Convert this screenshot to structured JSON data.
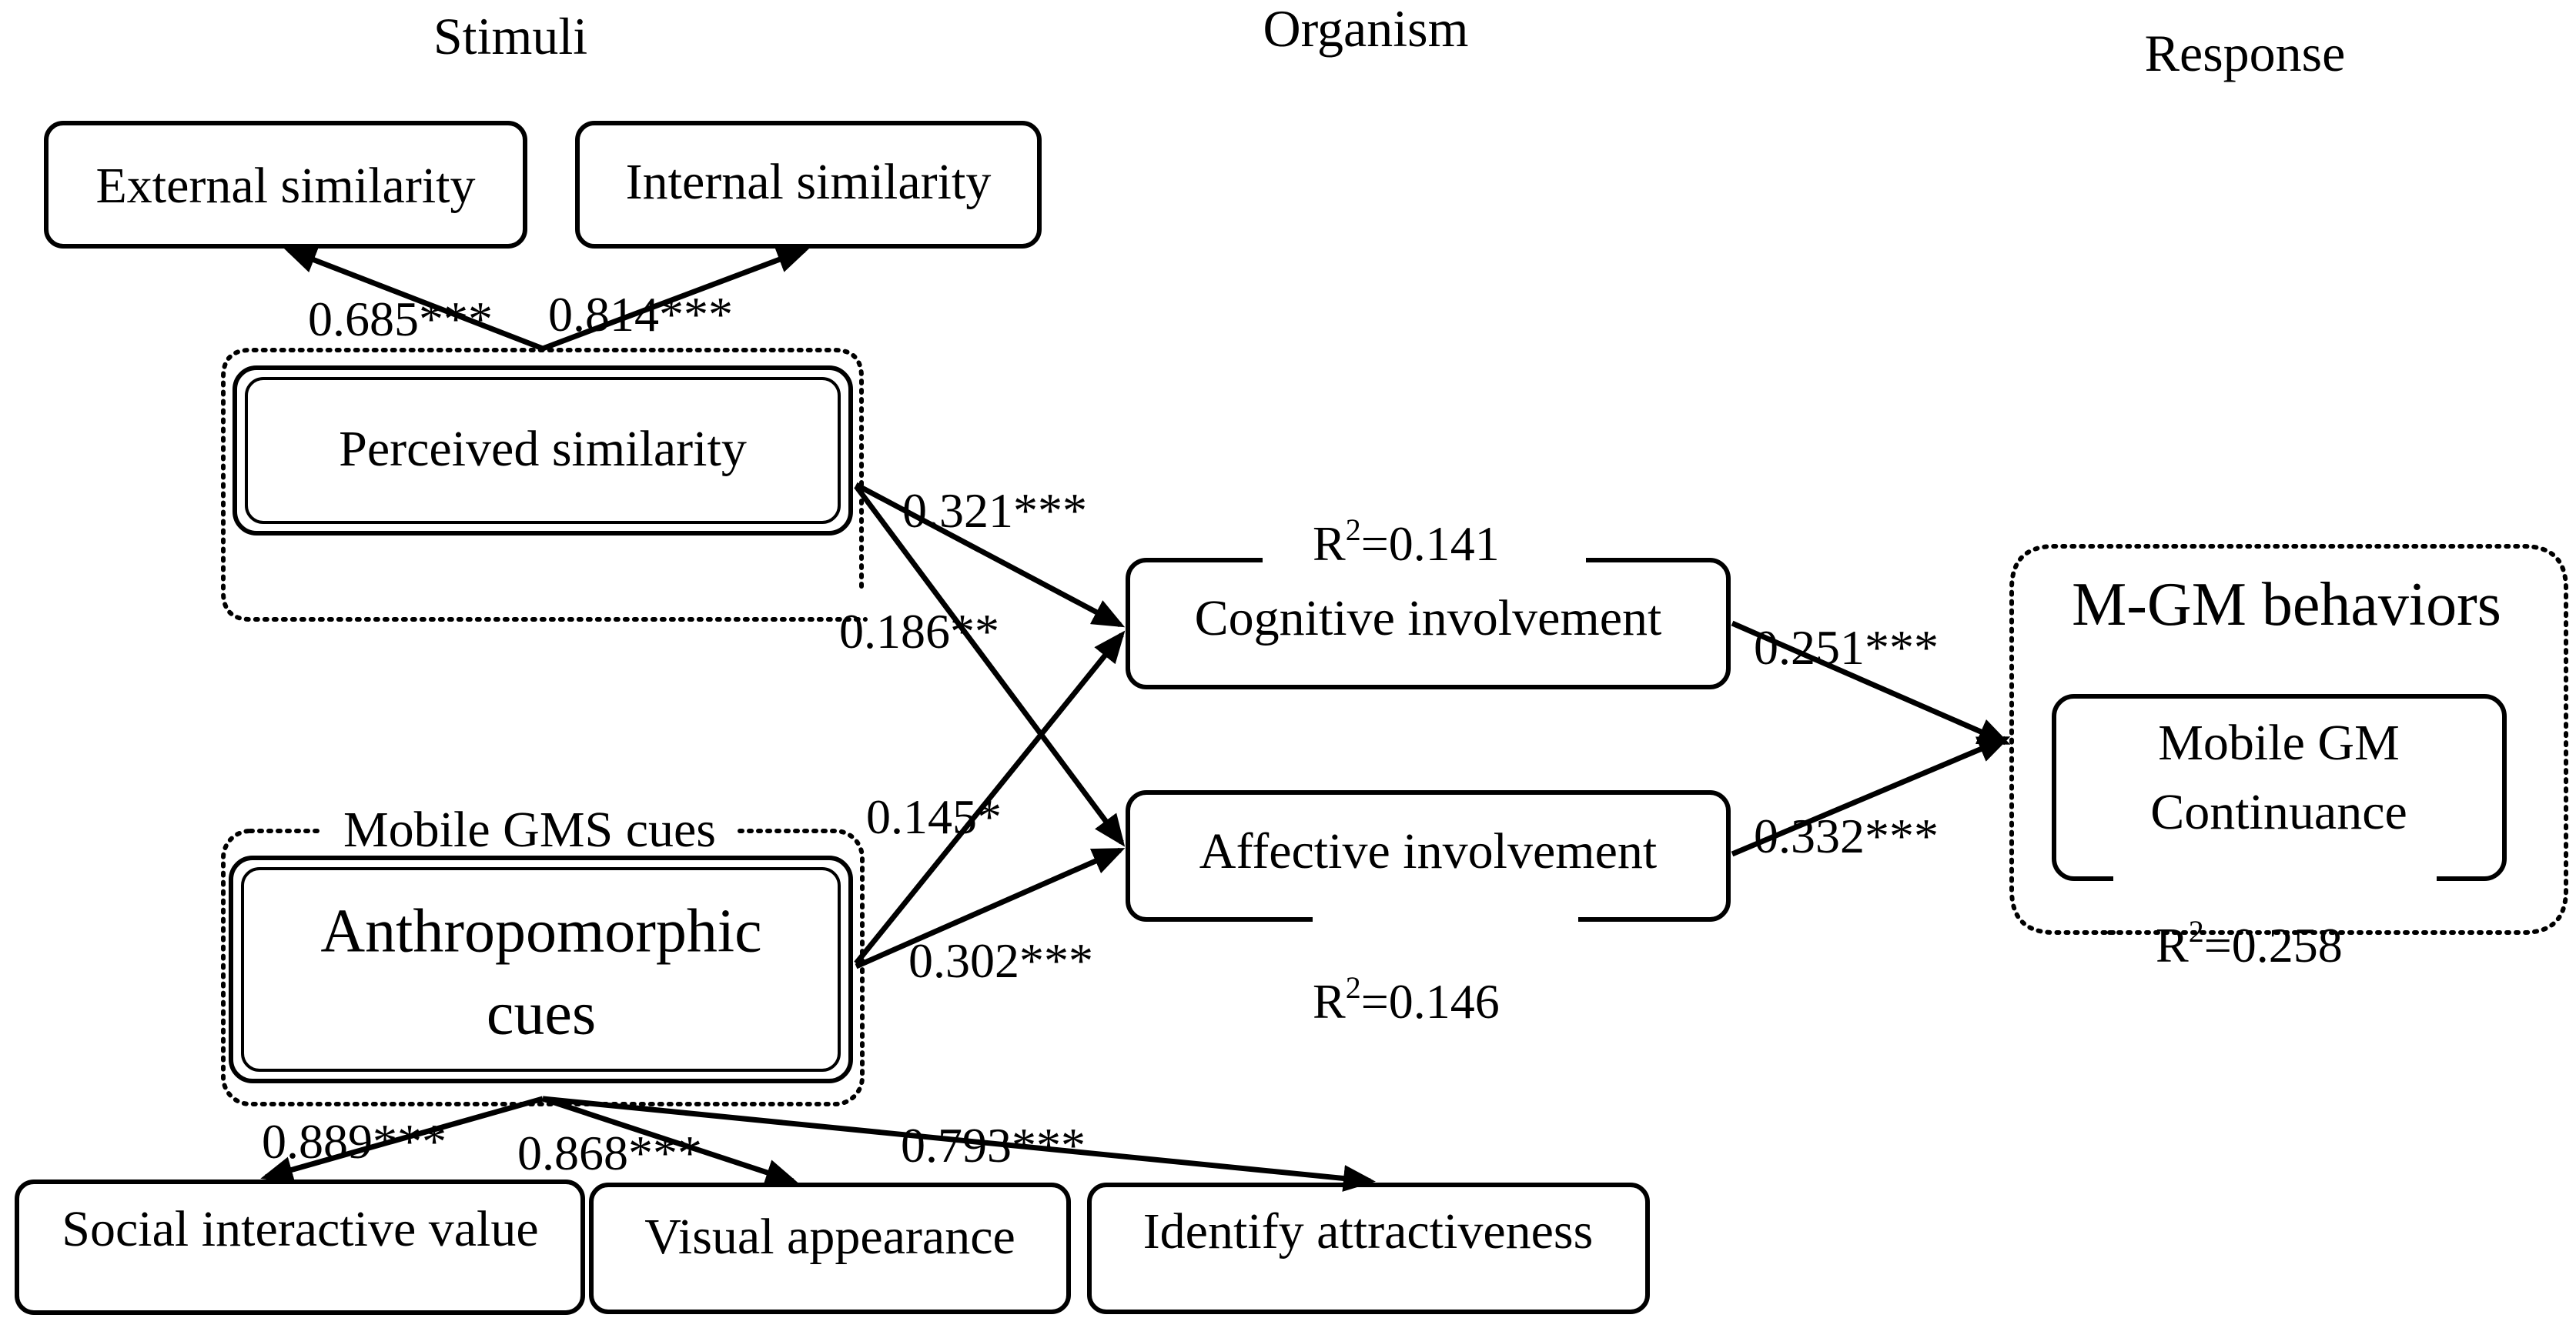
{
  "columns": {
    "stimuli": "Stimuli",
    "organism": "Organism",
    "response": "Response"
  },
  "stimuli": {
    "perceived_similarity": "Perceived similarity",
    "external_similarity": "External similarity",
    "internal_similarity": "Internal similarity",
    "group_label": "Mobile GMS cues",
    "anthropomorphic_line1": "Anthropomorphic",
    "anthropomorphic_line2": "cues",
    "social_interactive_value": "Social interactive value",
    "visual_appearance": "Visual appearance",
    "identify_attractiveness": "Identify attractiveness"
  },
  "organism": {
    "cognitive_involvement": "Cognitive involvement",
    "affective_involvement": "Affective involvement",
    "cognitive_r2": "=0.141",
    "affective_r2": "=0.146"
  },
  "response": {
    "group_label": "M-GM behaviors",
    "continuance_line1": "Mobile GM",
    "continuance_line2": "Continuance",
    "r2": "=0.258"
  },
  "r_symbol": "R",
  "r_superscript": "2",
  "coefficients": {
    "external_loading": "0.685***",
    "internal_loading": "0.814***",
    "ps_to_cognitive": "0.321***",
    "ps_to_affective": "0.186**",
    "ac_to_cognitive": "0.145*",
    "ac_to_affective": "0.302***",
    "cognitive_to_continuance": "0.251***",
    "affective_to_continuance": "0.332***",
    "social_loading": "0.889***",
    "visual_loading": "0.868***",
    "identify_loading": "0.793***"
  }
}
